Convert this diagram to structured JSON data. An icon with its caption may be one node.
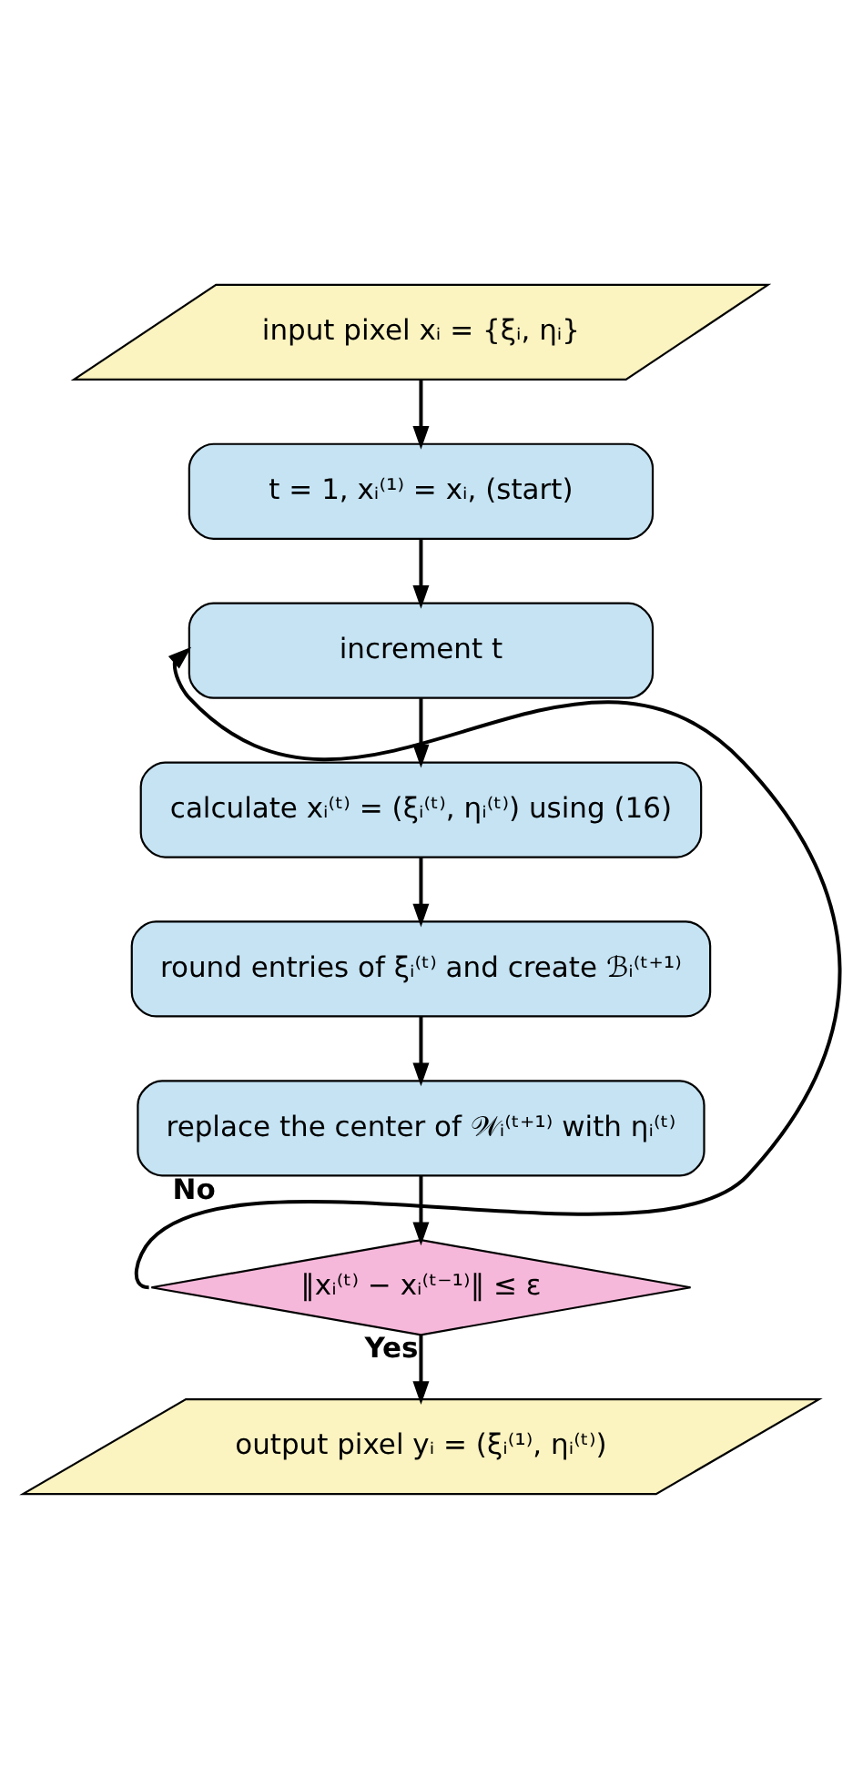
{
  "diagram": {
    "nodes": [
      {
        "text": [
          "input pixel xᵢ = {ξᵢ, ηᵢ}"
        ]
      },
      {
        "text": [
          "t = 1, xᵢ⁽¹⁾ = xᵢ, (start)"
        ]
      },
      {
        "text": [
          "increment t"
        ]
      },
      {
        "text": [
          "calculate xᵢ⁽ᵗ⁾ = (ξᵢ⁽ᵗ⁾, ηᵢ⁽ᵗ⁾) using (16)"
        ]
      },
      {
        "text": [
          "round entries of ξᵢ⁽ᵗ⁾ and create ℬᵢ⁽ᵗ⁺¹⁾"
        ]
      },
      {
        "text": [
          "replace the center of 𝒲ᵢ⁽ᵗ⁺¹⁾ with ηᵢ⁽ᵗ⁾"
        ]
      },
      {
        "text": [
          "‖xᵢ⁽ᵗ⁾ − xᵢ⁽ᵗ⁻¹⁾‖ ≤ ε"
        ]
      },
      {
        "text": [
          "output pixel yᵢ = (ξᵢ⁽¹⁾, ηᵢ⁽ᵗ⁾)"
        ]
      }
    ],
    "edges": [
      {
        "from": 0,
        "to": 1,
        "arrow": "to"
      },
      {
        "from": 1,
        "to": 2,
        "arrow": "to"
      },
      {
        "from": 2,
        "to": 3,
        "arrow": "to"
      },
      {
        "from": 3,
        "to": 4,
        "arrow": "to"
      },
      {
        "from": 4,
        "to": 5,
        "arrow": "to"
      },
      {
        "from": 5,
        "to": 6,
        "arrow": "to"
      },
      {
        "from": 6,
        "to": 2,
        "arrow": "to",
        "label": "No"
      },
      {
        "from": 6,
        "to": 7,
        "arrow": "to",
        "label": "Yes"
      }
    ]
  }
}
